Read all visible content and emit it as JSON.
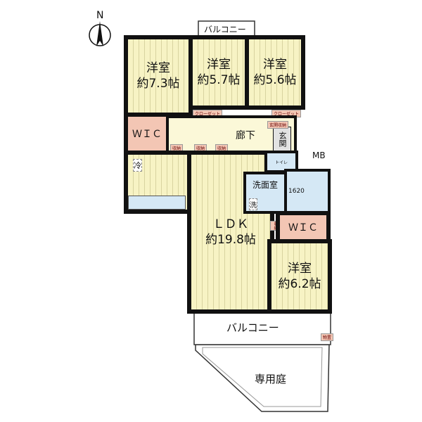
{
  "compass": {
    "label": "N"
  },
  "rooms": {
    "western1": {
      "name": "洋室",
      "size": "約7.3帖"
    },
    "western2": {
      "name": "洋室",
      "size": "約5.7帖"
    },
    "western3": {
      "name": "洋室",
      "size": "約5.6帖"
    },
    "western4": {
      "name": "洋室",
      "size": "約6.2帖"
    },
    "ldk": {
      "name": "ＬＤＫ",
      "size": "約19.8帖"
    },
    "wic_left": "ＷＩＣ",
    "wic_right": "ＷＩＣ",
    "hallway": "廊下",
    "entrance": "玄関",
    "entrance_storage": "玄関収納",
    "toilet": "トイレ",
    "washroom": "洗面室",
    "washer": "洗",
    "bath": "1620",
    "mb": "MB",
    "fridge": "冷",
    "closet1": "クローゼット",
    "closet2": "クローゼット",
    "storage1": "収納",
    "storage2": "収納",
    "storage3": "収納",
    "storage4": "収納",
    "shed": "物置",
    "balcony_top": "バルコニー",
    "balcony_bottom": "バルコニー",
    "garden": "専用庭"
  },
  "colors": {
    "room": "#f7f3c4",
    "wic": "#f3c6b4",
    "wet": "#d5e8f5",
    "wall": "#111111"
  }
}
